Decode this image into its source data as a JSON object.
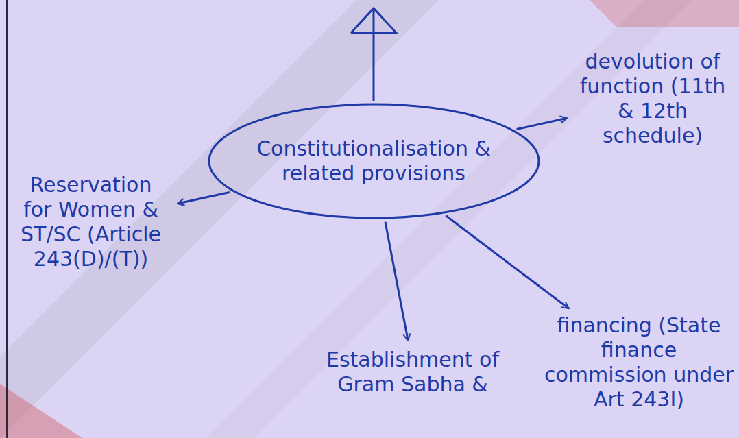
{
  "diagram": {
    "nodes": [
      {
        "text": [
          "Constitutionalisation & related provisions"
        ]
      },
      {
        "text": [
          "devolution of function (11th & 12th schedule)"
        ]
      },
      {
        "text": [
          "Reservation for Women & ST/SC (Article 243(D)/(T))"
        ]
      },
      {
        "text": [
          "Establishment of Gram Sabha &"
        ]
      },
      {
        "text": [
          "financing (State finance commission under Art 243I)"
        ]
      }
    ],
    "edges": [
      {
        "from": 0,
        "to": 1,
        "arrow": "to"
      },
      {
        "from": 0,
        "to": 2,
        "arrow": "to"
      },
      {
        "from": 0,
        "to": 3,
        "arrow": "to"
      },
      {
        "from": 0,
        "to": 4,
        "arrow": "to"
      }
    ]
  }
}
